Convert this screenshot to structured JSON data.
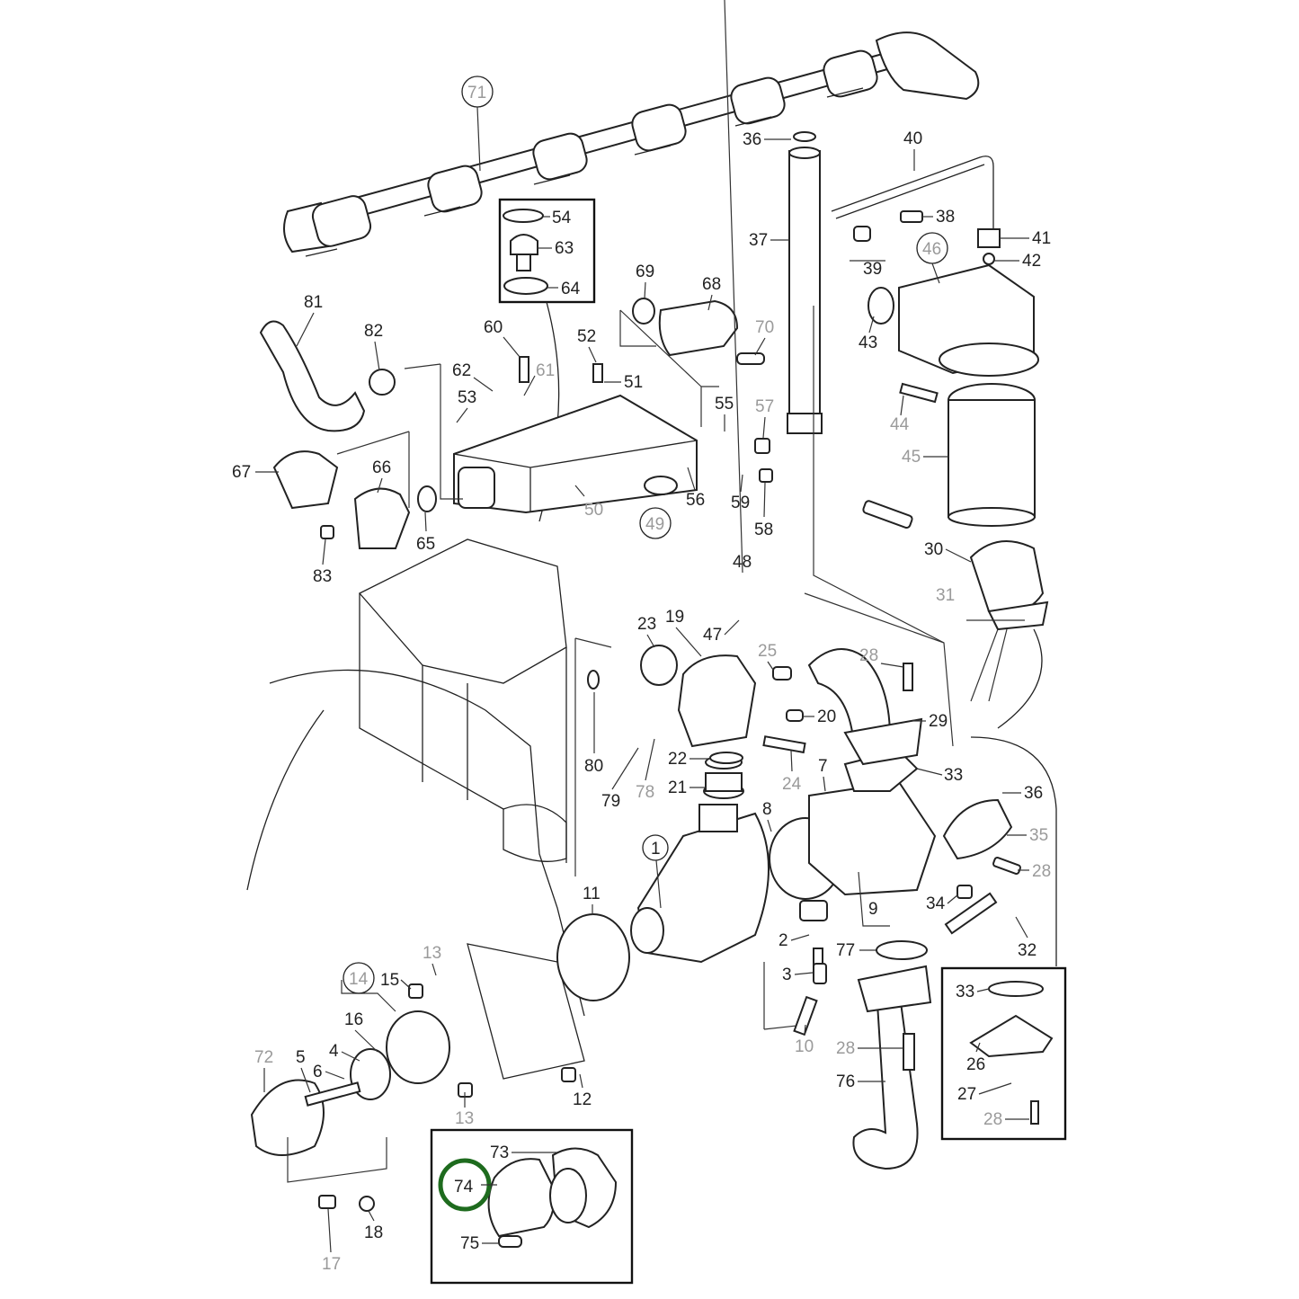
{
  "diagram": {
    "callouts": {
      "c71": "71",
      "c36a": "36",
      "c40": "40",
      "c54": "54",
      "c63": "63",
      "c64": "64",
      "c38": "38",
      "c37": "37",
      "c41": "41",
      "c39": "39",
      "c42": "42",
      "c46": "46",
      "c69": "69",
      "c68": "68",
      "c81": "81",
      "c82": "82",
      "c60": "60",
      "c70": "70",
      "c43": "43",
      "c52": "52",
      "c51": "51",
      "c62": "62",
      "c61": "61",
      "c53": "53",
      "c55": "55",
      "c57": "57",
      "c44": "44",
      "c67": "67",
      "c66": "66",
      "c45": "45",
      "c56": "56",
      "c59": "59",
      "c50": "50",
      "c49": "49",
      "c65": "65",
      "c58": "58",
      "c83": "83",
      "c30": "30",
      "c48": "48",
      "c31": "31",
      "c23": "23",
      "c19": "19",
      "c47": "47",
      "c25": "25",
      "c28a": "28",
      "c20": "20",
      "c29": "29",
      "c22": "22",
      "c80": "80",
      "c24": "24",
      "c7": "7",
      "c33a": "33",
      "c21": "21",
      "c79": "79",
      "c78": "78",
      "c36b": "36",
      "c8": "8",
      "c35": "35",
      "c1": "1",
      "c28b": "28",
      "c11": "11",
      "c34": "34",
      "c9": "9",
      "c32": "32",
      "c2": "2",
      "c77": "77",
      "c13a": "13",
      "c14": "14",
      "c15": "15",
      "c3": "3",
      "c33b": "33",
      "c16": "16",
      "c10": "10",
      "c26": "26",
      "c72": "72",
      "c5": "5",
      "c4": "4",
      "c6": "6",
      "c28c": "28",
      "c76": "76",
      "c27": "27",
      "c12": "12",
      "c13b": "13",
      "c28d": "28",
      "c73": "73",
      "c74": "74",
      "c18": "18",
      "c75": "75",
      "c17": "17"
    },
    "highlighted_part": "74",
    "highlight_color": "#1e6b1e"
  }
}
